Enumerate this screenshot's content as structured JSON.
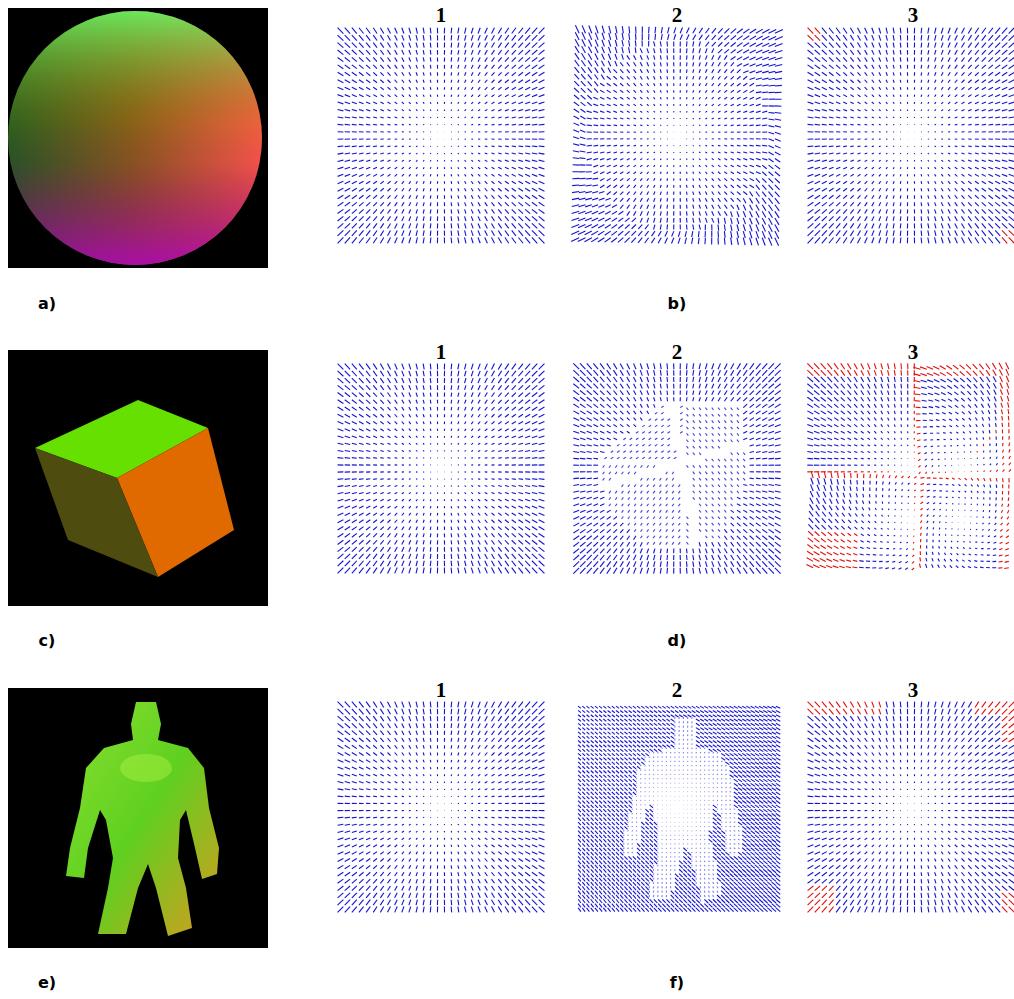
{
  "diagram": {
    "labels": [
      "1",
      "2",
      "3",
      "a)",
      "b)",
      "1",
      "2",
      "3",
      "c)",
      "d)",
      "1",
      "2",
      "3",
      "e)",
      "f)"
    ]
  }
}
